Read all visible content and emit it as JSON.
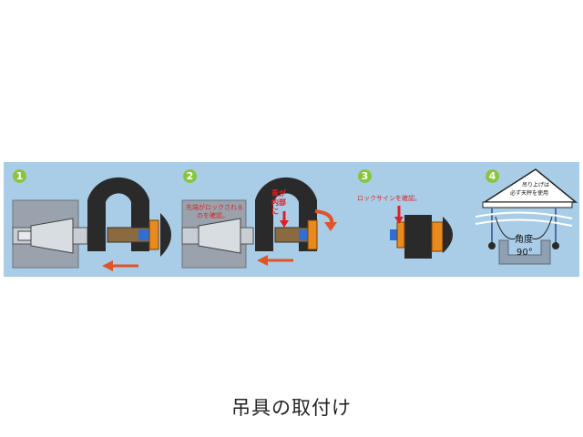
{
  "steps": [
    {
      "number": "1"
    },
    {
      "number": "2",
      "note_line1": "先端がロックされる",
      "note_line2": "のを確認。",
      "vertical_label": [
        "青",
        "が",
        "内",
        "部",
        "に"
      ]
    },
    {
      "number": "3",
      "note": "ロックサインを確認。"
    },
    {
      "number": "4",
      "sign_line1": "吊り上げは",
      "sign_line2": "必ず天秤を使用",
      "angle_label": "角度",
      "angle_value": "90°"
    }
  ],
  "caption": "吊具の取付け",
  "colors": {
    "panel_background": "#a9cde7",
    "step_badge": "#8ac43f",
    "shackle_body": "#2a2a2a",
    "pin_blue": "#2f6fd1",
    "nut_orange": "#e98a1f",
    "arrow_red": "#e0542a",
    "note_red": "#e02020",
    "beam_wall": "#9aa3ad",
    "sling_blue": "#4a6fa8"
  }
}
